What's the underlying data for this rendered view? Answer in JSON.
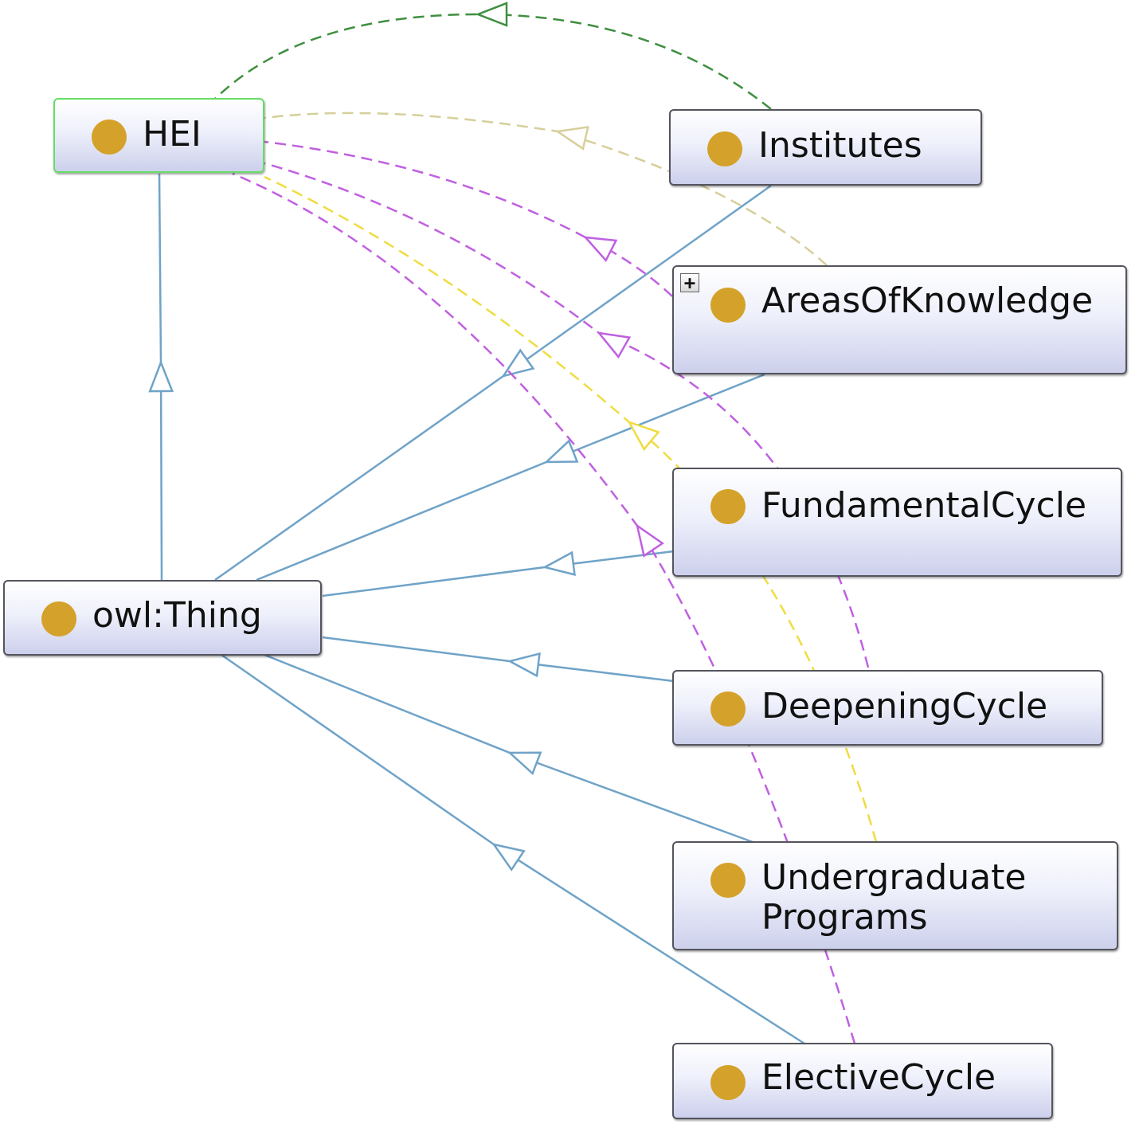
{
  "colors": {
    "subclass_edge": "#6fa3c8",
    "hei_edge": "#3f8f3f",
    "institutes_edge": "#d6cf9a",
    "purple_edge": "#c060e0",
    "yellow_edge": "#f0dc40",
    "class_dot": "#d4a12a",
    "selected_border": "#66dd66"
  },
  "nodes": {
    "hei": {
      "label": "HEI",
      "icon": "class-dot-icon"
    },
    "owl_thing": {
      "label": "owl:Thing",
      "icon": "class-dot-icon"
    },
    "institutes": {
      "label": "Institutes",
      "icon": "class-dot-icon"
    },
    "areas": {
      "label": "AreasOfKnowledge",
      "icon": "class-dot-icon",
      "expand_symbol": "+"
    },
    "fundamental": {
      "label": "FundamentalCycle",
      "icon": "class-dot-icon"
    },
    "deepening": {
      "label": "DeepeningCycle",
      "icon": "class-dot-icon"
    },
    "undergrad": {
      "label_line1": "Undergraduate",
      "label_line2": "Programs",
      "icon": "class-dot-icon"
    },
    "elective": {
      "label": "ElectiveCycle",
      "icon": "class-dot-icon"
    }
  }
}
